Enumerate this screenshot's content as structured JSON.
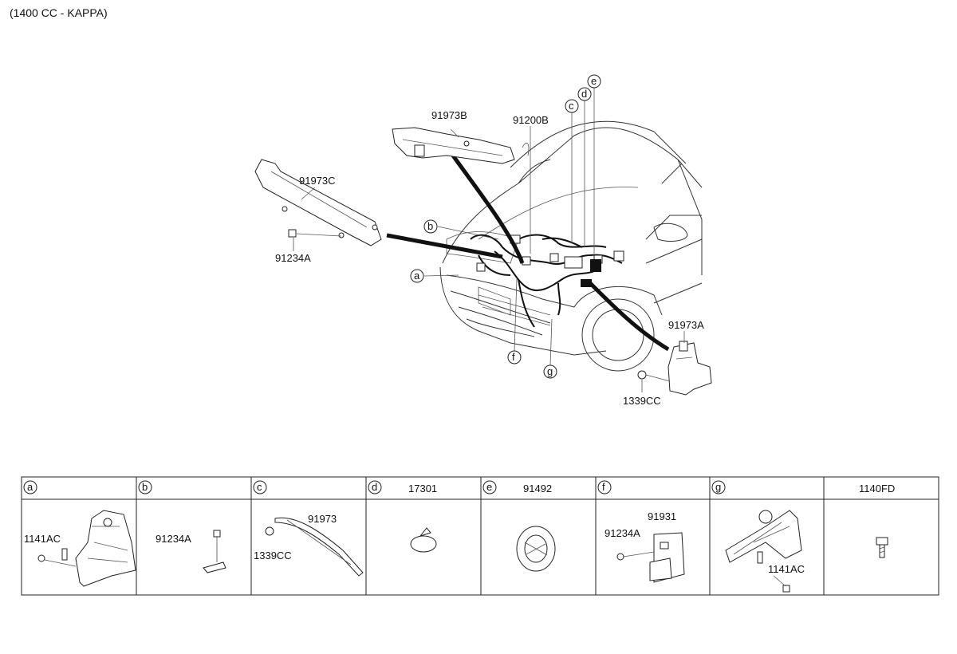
{
  "header": {
    "subtitle": "(1400 CC - KAPPA)"
  },
  "callouts": {
    "p91973B": "91973B",
    "p91200B": "91200B",
    "p91973C": "91973C",
    "p91234A": "91234A",
    "p91973A": "91973A",
    "p1339CC": "1339CC",
    "a": "a",
    "b": "b",
    "c": "c",
    "d": "d",
    "e": "e",
    "f": "f",
    "g": "g"
  },
  "table": {
    "headers": [
      {
        "letter": "a",
        "part": ""
      },
      {
        "letter": "b",
        "part": ""
      },
      {
        "letter": "c",
        "part": ""
      },
      {
        "letter": "d",
        "part": "17301"
      },
      {
        "letter": "e",
        "part": "91492"
      },
      {
        "letter": "f",
        "part": ""
      },
      {
        "letter": "g",
        "part": ""
      },
      {
        "letter": "",
        "part": "1140FD"
      }
    ],
    "labels": {
      "a_1141AC": "1141AC",
      "b_91234A": "91234A",
      "c_91973": "91973",
      "c_1339CC": "1339CC",
      "f_91931": "91931",
      "f_91234A": "91234A",
      "g_1141AC": "1141AC"
    }
  }
}
